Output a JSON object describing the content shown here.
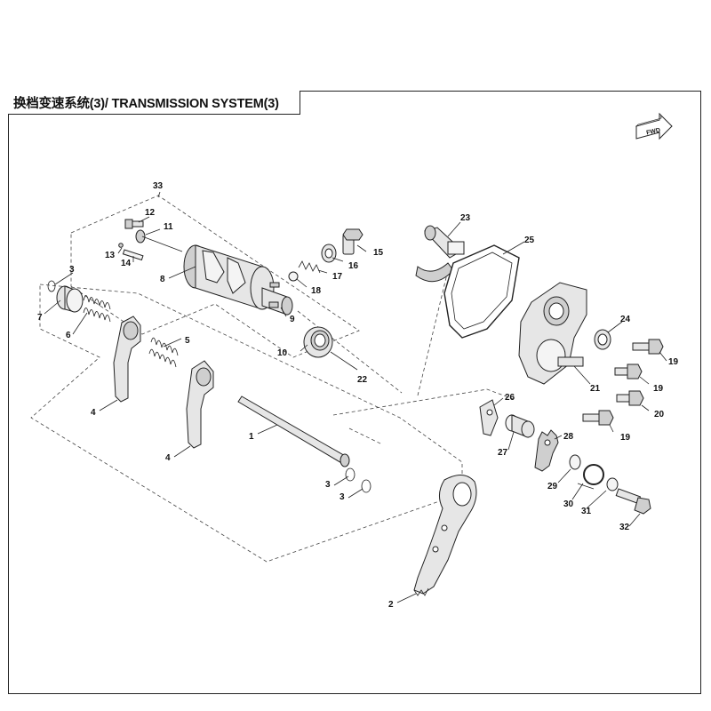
{
  "title": "换档变速系统(3)/ TRANSMISSION SYSTEM(3)",
  "fwd_label": "FWD",
  "callouts": {
    "c1": "1",
    "c2": "2",
    "c3a": "3",
    "c3b": "3",
    "c3c": "3",
    "c4a": "4",
    "c4b": "4",
    "c5": "5",
    "c6": "6",
    "c7": "7",
    "c8": "8",
    "c9": "9",
    "c10": "10",
    "c11": "11",
    "c12": "12",
    "c13": "13",
    "c14": "14",
    "c15": "15",
    "c16": "16",
    "c17": "17",
    "c18": "18",
    "c19a": "19",
    "c19b": "19",
    "c19c": "19",
    "c20": "20",
    "c21": "21",
    "c22": "22",
    "c23": "23",
    "c24": "24",
    "c25": "25",
    "c26": "26",
    "c27": "27",
    "c28": "28",
    "c29": "29",
    "c30": "30",
    "c31": "31",
    "c32": "32",
    "c33": "33"
  }
}
